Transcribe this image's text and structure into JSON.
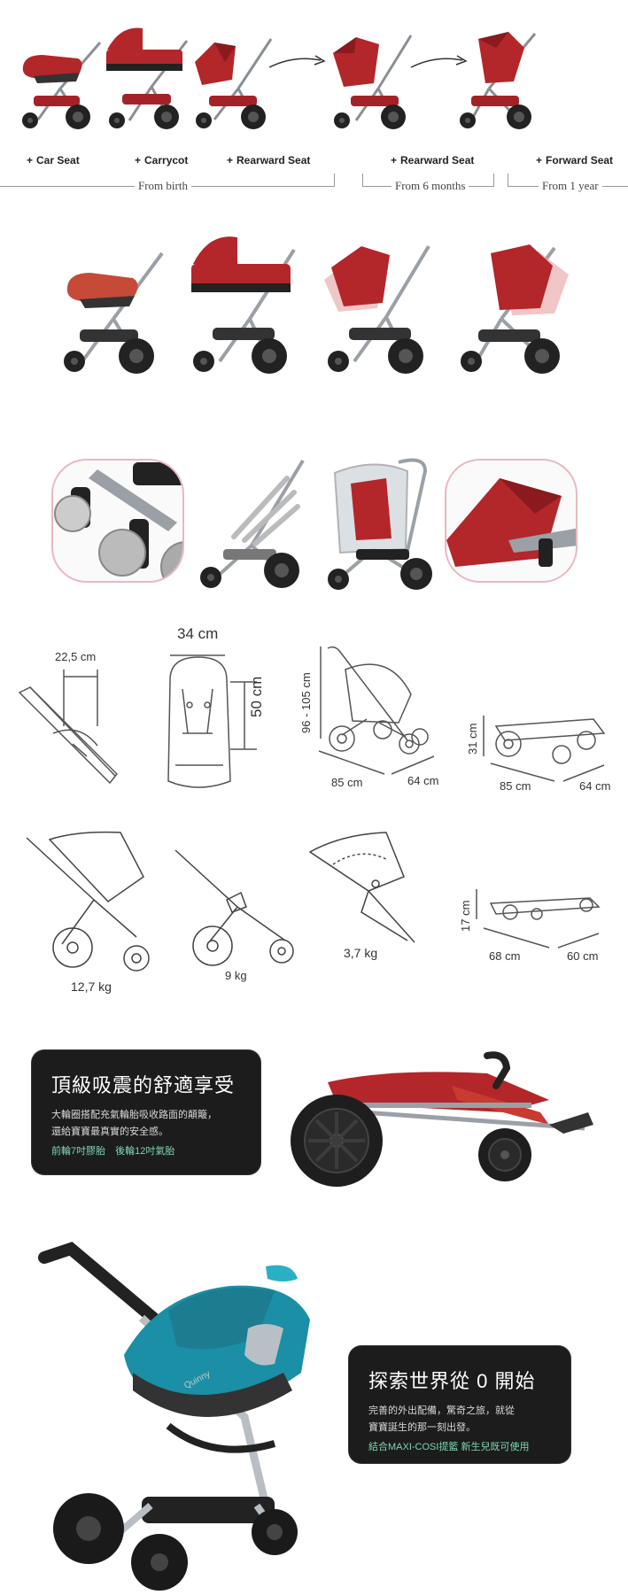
{
  "modes": {
    "items": [
      {
        "label": "Car Seat"
      },
      {
        "label": "Carrycot"
      },
      {
        "label": "Rearward Seat"
      },
      {
        "label": "Rearward Seat"
      },
      {
        "label": "Forward Seat"
      }
    ],
    "ages": {
      "from_birth": "From birth",
      "from_6_months": "From 6 months",
      "from_1_year": "From 1 year"
    }
  },
  "dimensions": {
    "seat_depth": "22,5 cm",
    "seat_width": "34 cm",
    "seat_length": "50 cm",
    "height_range": "96 - 105 cm",
    "open_length": "85 cm",
    "open_width": "64 cm",
    "fold_height": "31 cm",
    "fold_length": "85 cm",
    "fold_width": "64 cm",
    "compact_height": "17 cm",
    "compact_length": "68 cm",
    "compact_width": "60 cm"
  },
  "weights": {
    "full": "12,7 kg",
    "chassis": "9 kg",
    "seat": "3,7 kg"
  },
  "promo_suspension": {
    "title": "頂級吸震的舒適享受",
    "line1": "大輪圈搭配充氣輪胎吸收路面的顛簸，",
    "line2": "還給寶寶最真實的安全感。",
    "highlight": "前輪7吋膠胎　後輪12吋氣胎"
  },
  "promo_explore": {
    "title": "探索世界從 0 開始",
    "line1": "完善的外出配備，驚奇之旅，就從",
    "line2": "寶寶誕生的那一刻出發。",
    "highlight": "結合MAXI-COSI提籃 新生兒既可使用"
  },
  "colors": {
    "stroller_red": "#b3262a",
    "dark_red": "#8a1a1e",
    "teal": "#1a8fa5",
    "promo_bg": "#1c1c1c",
    "promo_accent": "#7fd4b0"
  }
}
